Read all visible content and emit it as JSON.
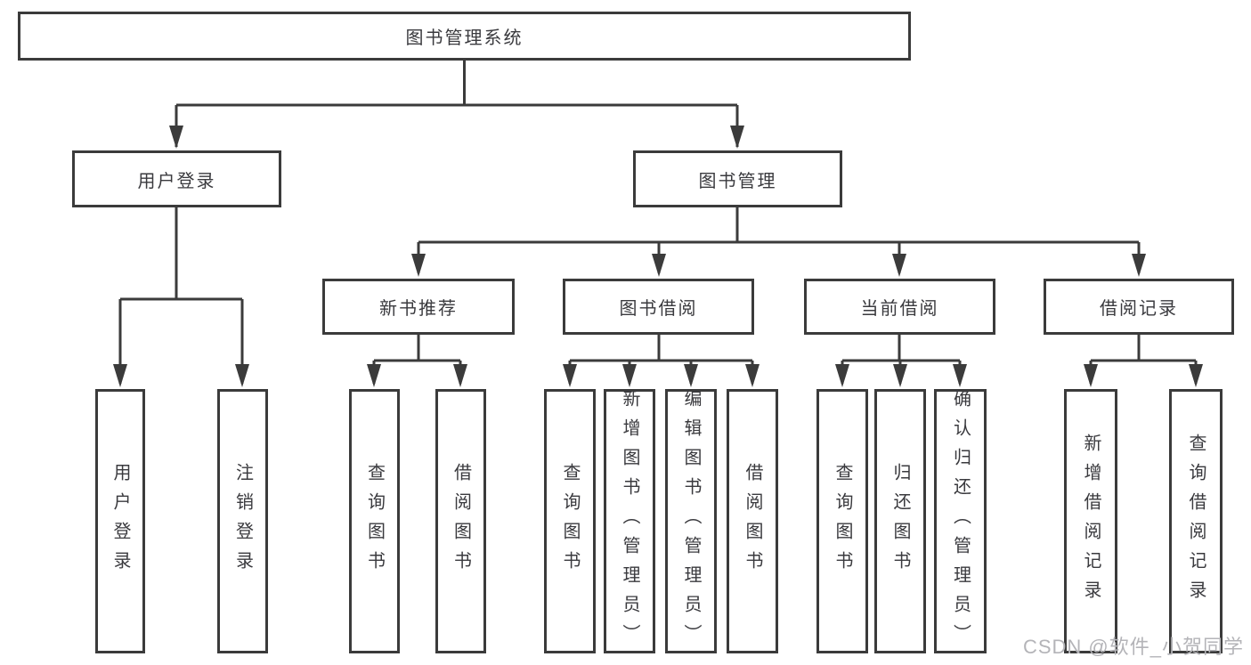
{
  "tree": {
    "label": "图书管理系统",
    "children": [
      {
        "label": "用户登录",
        "children": [
          {
            "label": "用户登录"
          },
          {
            "label": "注销登录"
          }
        ]
      },
      {
        "label": "图书管理",
        "children": [
          {
            "label": "新书推荐",
            "children": [
              {
                "label": "查询图书"
              },
              {
                "label": "借阅图书"
              }
            ]
          },
          {
            "label": "图书借阅",
            "children": [
              {
                "label": "查询图书"
              },
              {
                "label": "新增图书（管理员）"
              },
              {
                "label": "编辑图书（管理员）"
              },
              {
                "label": "借阅图书"
              }
            ]
          },
          {
            "label": "当前借阅",
            "children": [
              {
                "label": "查询图书"
              },
              {
                "label": "归还图书"
              },
              {
                "label": "确认归还（管理员）"
              }
            ]
          },
          {
            "label": "借阅记录",
            "children": [
              {
                "label": "新增借阅记录"
              },
              {
                "label": "查询借阅记录"
              }
            ]
          }
        ]
      }
    ]
  },
  "watermark": "CSDN @软件_小贺同学",
  "colors": {
    "line": "#3b3b3b",
    "text": "#3a3a3e",
    "watermark": "#b4b4b8",
    "background": "#ffffff"
  }
}
